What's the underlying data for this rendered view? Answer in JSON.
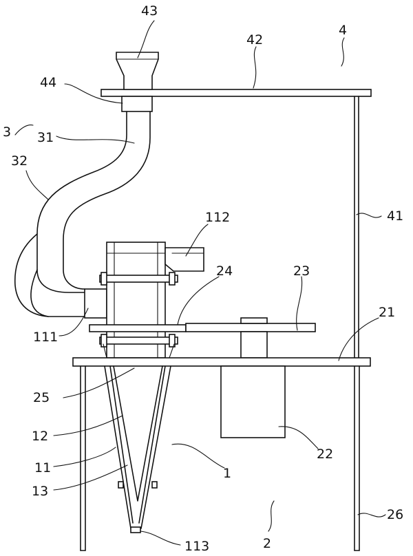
{
  "diagram": {
    "labels": {
      "l1": "1",
      "l2": "2",
      "l3": "3",
      "l4": "4",
      "l11": "11",
      "l12": "12",
      "l13": "13",
      "l21": "21",
      "l22": "22",
      "l23": "23",
      "l24": "24",
      "l25": "25",
      "l26": "26",
      "l31": "31",
      "l32": "32",
      "l41": "41",
      "l42": "42",
      "l43": "43",
      "l44": "44",
      "l111": "111",
      "l112": "112",
      "l113": "113"
    },
    "colors": {
      "line": "#111111",
      "background": "#ffffff"
    }
  }
}
